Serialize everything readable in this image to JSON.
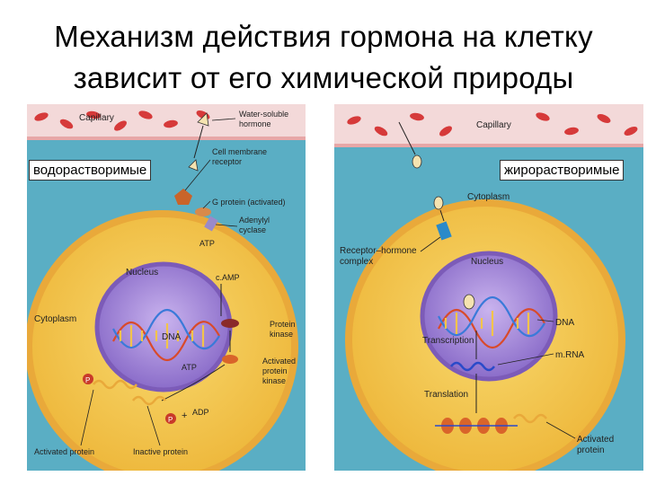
{
  "title": {
    "line1": "Механизм действия гормона на клетку",
    "line2": "зависит от его химической природы"
  },
  "left_panel": {
    "type_label": "водорастворимые",
    "labels": {
      "capillary": "Capillary",
      "hormone1": "Water-soluble",
      "hormone2": "hormone",
      "receptor1": "Cell membrane",
      "receptor2": "receptor",
      "gprotein": "G protein (activated)",
      "adenylyl1": "Adenylyl",
      "adenylyl2": "cyclase",
      "atp_top": "ATP",
      "camp": "c.AMP",
      "nucleus": "Nucleus",
      "cytoplasm": "Cytoplasm",
      "dna": "DNA",
      "pk1": "Protein",
      "pk2": "kinase",
      "apk1": "Activated",
      "apk2": "protein",
      "apk3": "kinase",
      "atp_mid": "ATP",
      "adp": "ADP",
      "p1": "P",
      "p2": "P",
      "plus": "+",
      "activated_protein": "Activated protein",
      "inactive_protein": "Inactive protein"
    }
  },
  "right_panel": {
    "type_label": "жирорастворимые",
    "labels": {
      "capillary": "Capillary",
      "cytoplasm": "Cytoplasm",
      "rhc1": "Receptor–hormone",
      "rhc2": "complex",
      "nucleus": "Nucleus",
      "dna": "DNA",
      "transcription": "Transcription",
      "mrna": "m.RNA",
      "translation": "Translation",
      "ap1": "Activated",
      "ap2": "protein"
    }
  },
  "colors": {
    "background_panel": "#5aaec4",
    "capillary": "#f3d9d9",
    "rbc": "#d63a3a",
    "cytoplasm": "#f2c44a",
    "membrane": "#e9a93a",
    "nucleus": "#a88ad6",
    "nucleus_edge": "#7c5bb8",
    "dna": "#d94a2a"
  }
}
